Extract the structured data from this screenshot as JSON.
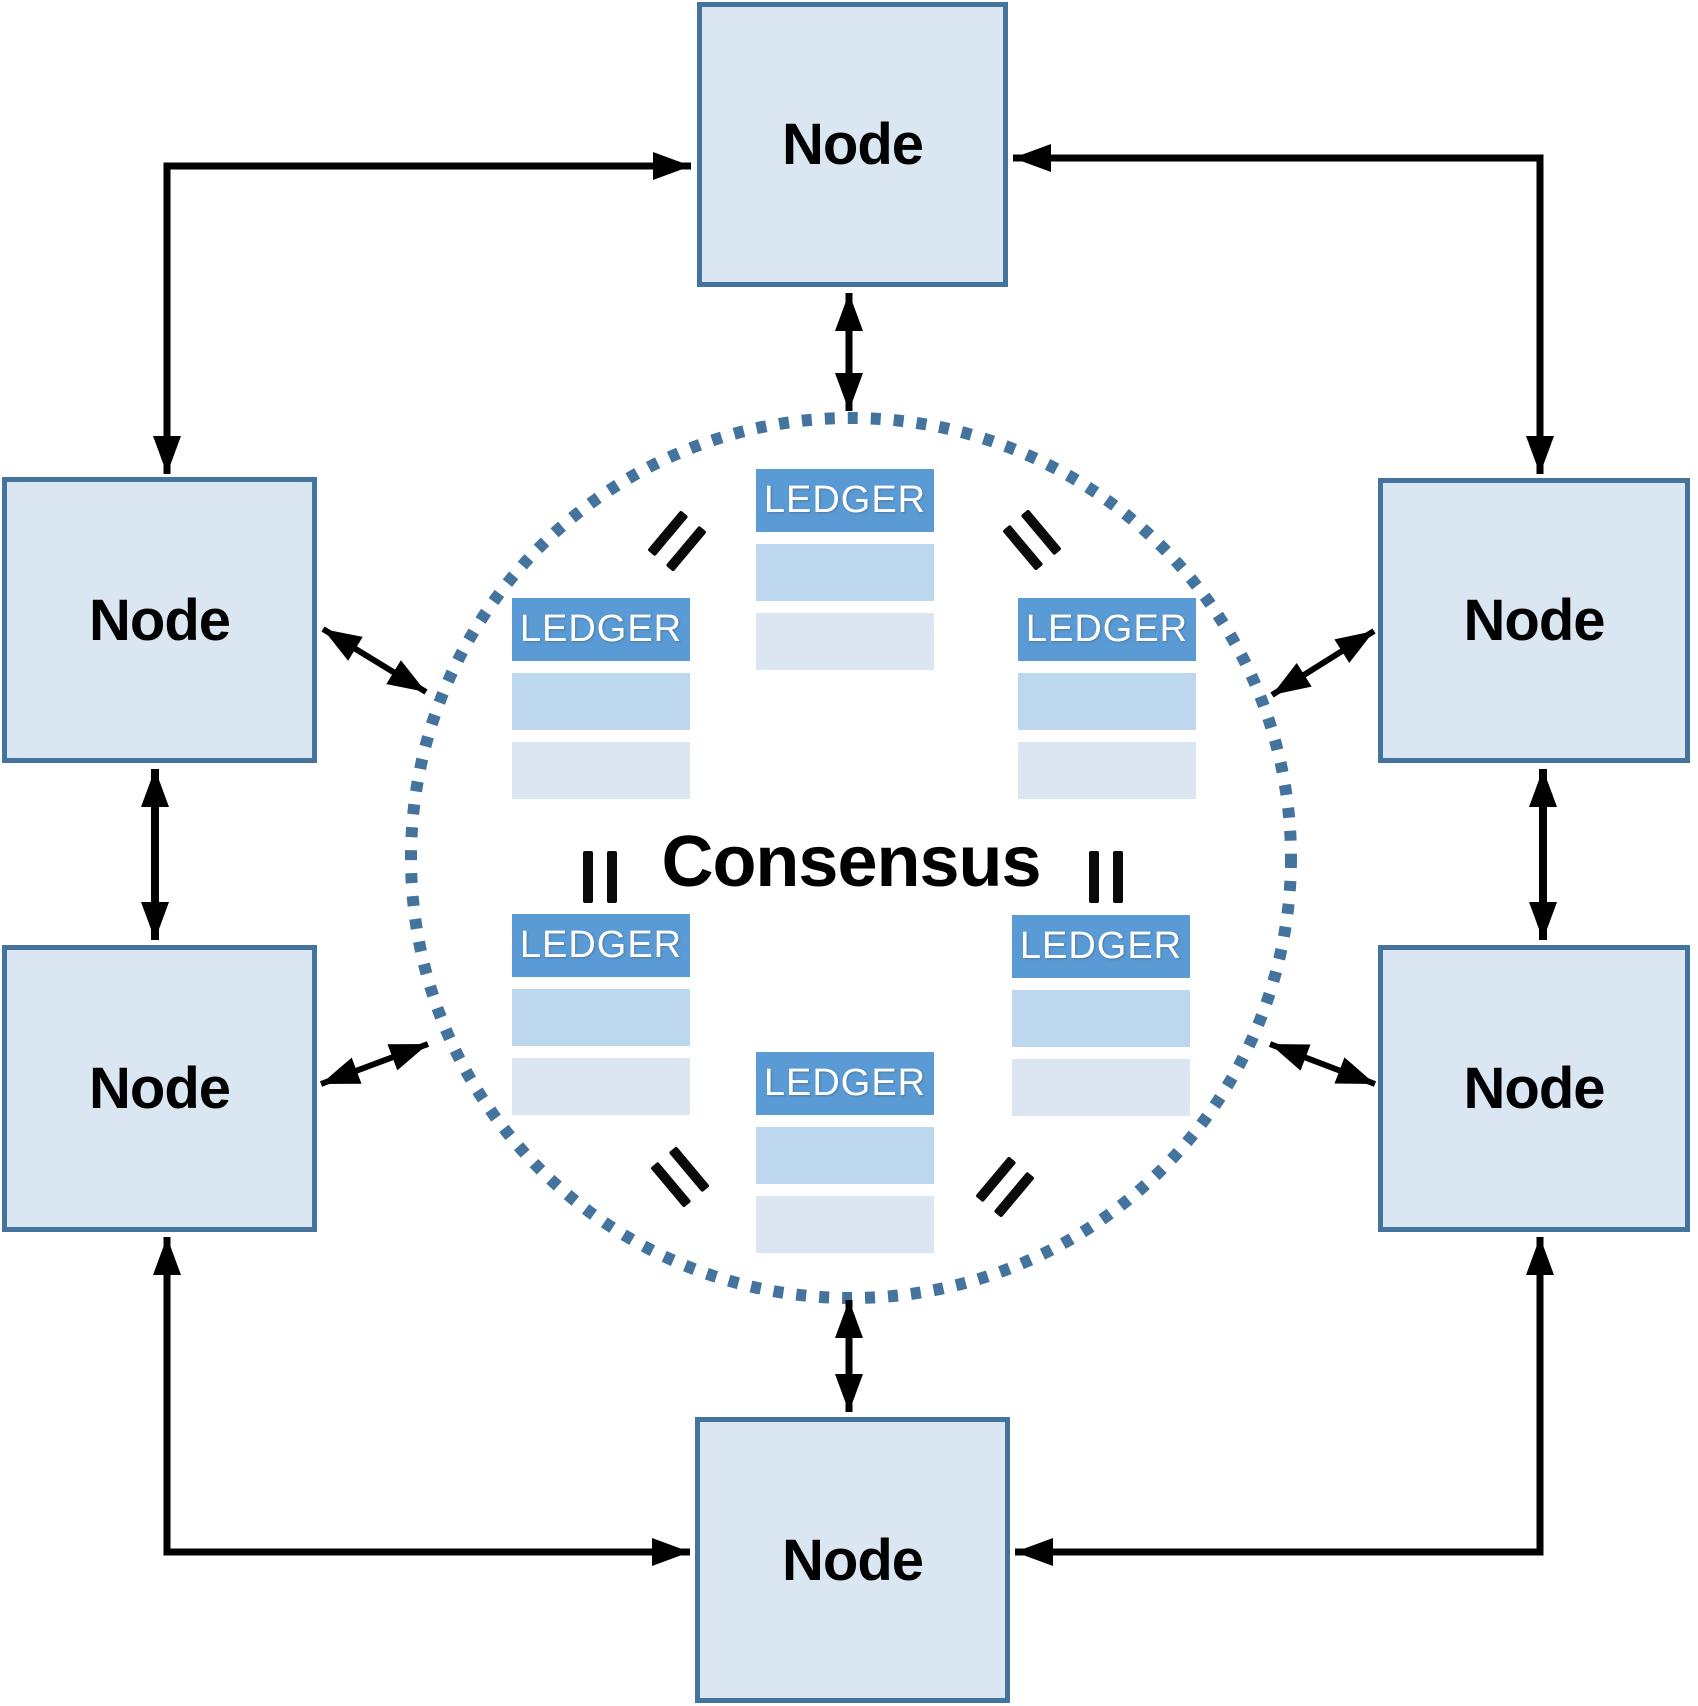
{
  "diagram": {
    "type": "peer-to-peer distributed ledger network",
    "background": "#ffffff"
  },
  "nodes": [
    {
      "id": "top",
      "label": "Node"
    },
    {
      "id": "left-upper",
      "label": "Node"
    },
    {
      "id": "right-upper",
      "label": "Node"
    },
    {
      "id": "left-lower",
      "label": "Node"
    },
    {
      "id": "right-lower",
      "label": "Node"
    },
    {
      "id": "bottom",
      "label": "Node"
    }
  ],
  "consensus_ring": {
    "label": "Consensus",
    "ledgers": [
      {
        "position": "top",
        "label": "LEDGER",
        "row_count": 2
      },
      {
        "position": "upper-left",
        "label": "LEDGER",
        "row_count": 2
      },
      {
        "position": "upper-right",
        "label": "LEDGER",
        "row_count": 2
      },
      {
        "position": "lower-left",
        "label": "LEDGER",
        "row_count": 2
      },
      {
        "position": "lower-right",
        "label": "LEDGER",
        "row_count": 2
      },
      {
        "position": "bottom",
        "label": "LEDGER",
        "row_count": 2
      }
    ],
    "equals_mark_count": 6
  },
  "connectors": {
    "bidirectional_elbow_count": 4,
    "bidirectional_node_to_node_count": 2,
    "bidirectional_node_to_ring_count": 6
  },
  "colors": {
    "node_fill": "#dbe6f3",
    "node_border": "#44739e",
    "ledger_header_blue": "#5b9bd5",
    "ledger_row_medium": "#bdd7ee",
    "ledger_row_light": "#dce6f2",
    "ring_dot_blue": "#44739e",
    "arrow_black": "#000000",
    "consensus_text": "#000000"
  }
}
